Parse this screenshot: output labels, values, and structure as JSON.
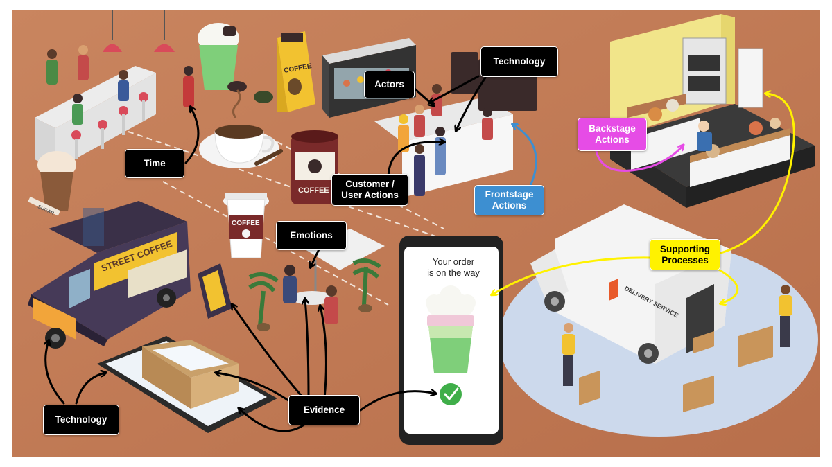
{
  "labels": {
    "technology_top": "Technology",
    "actors": "Actors",
    "backstage_actions": "Backstage\nActions",
    "time": "Time",
    "customer_actions": "Customer /\nUser Actions",
    "frontstage_actions": "Frontstage\nActions",
    "emotions": "Emotions",
    "supporting_processes": "Supporting\nProcesses",
    "technology_bottom": "Technology",
    "evidence": "Evidence"
  },
  "phone_screen": {
    "message": "Your order\nis on the way"
  },
  "signage": {
    "street_coffee": "STREET COFFEE",
    "coffee_bag": "COFFEE",
    "coffee_can": "COFFEE",
    "coffee_cup": "COFFEE",
    "delivery_service": "DELIVERY SERVICE",
    "sugar": "SUGAR"
  },
  "colors": {
    "floor": "#c8825e",
    "callout_black": "#000000",
    "callout_magenta": "#e64ce6",
    "callout_blue": "#3d8fd1",
    "callout_yellow": "#fff200",
    "arrow_black": "#000000",
    "arrow_magenta": "#e64ce6",
    "arrow_blue": "#3d8fd1",
    "arrow_yellow": "#fff200",
    "check_green": "#3fae49"
  }
}
